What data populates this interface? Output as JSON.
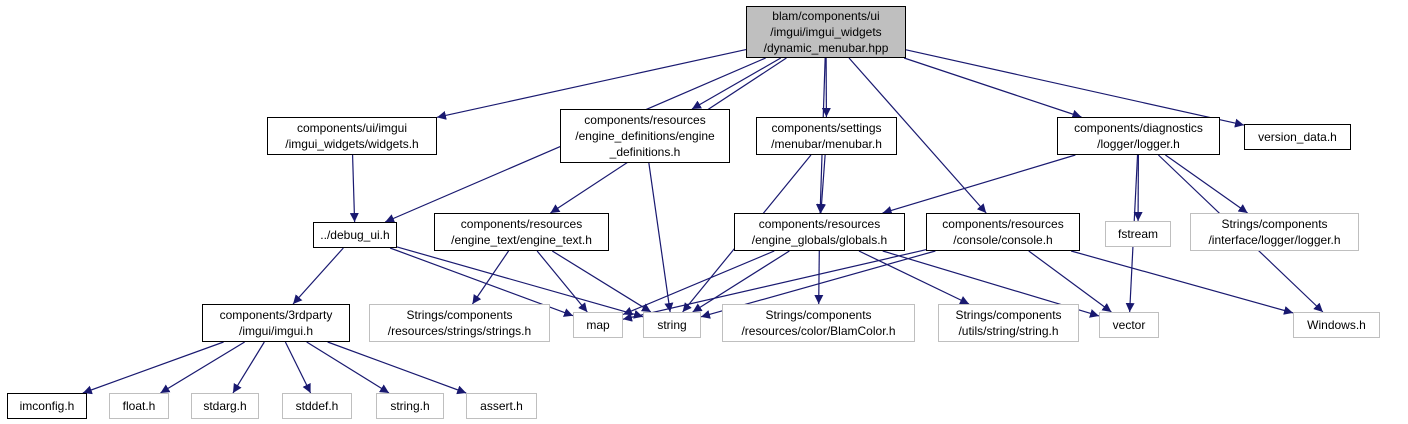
{
  "colors": {
    "edge": "#191970",
    "root_fill": "#bfbfbf",
    "ext_border": "#bfbfbf",
    "node_border": "#000000"
  },
  "nodes": {
    "root": {
      "lines": [
        "blam/components/ui",
        "/imgui/imgui_widgets",
        "/dynamic_menubar.hpp"
      ]
    },
    "widgets": {
      "lines": [
        "components/ui/imgui",
        "/imgui_widgets/widgets.h"
      ]
    },
    "enginedef": {
      "lines": [
        "components/resources",
        "/engine_definitions/engine",
        "_definitions.h"
      ]
    },
    "menubar": {
      "lines": [
        "components/settings",
        "/menubar/menubar.h"
      ]
    },
    "logger": {
      "lines": [
        "components/diagnostics",
        "/logger/logger.h"
      ]
    },
    "version": {
      "lines": [
        "version_data.h"
      ]
    },
    "debugui": {
      "lines": [
        "../debug_ui.h"
      ]
    },
    "enginetext": {
      "lines": [
        "components/resources",
        "/engine_text/engine_text.h"
      ]
    },
    "globals": {
      "lines": [
        "components/resources",
        "/engine_globals/globals.h"
      ]
    },
    "console": {
      "lines": [
        "components/resources",
        "/console/console.h"
      ]
    },
    "fstream": {
      "lines": [
        "fstream"
      ]
    },
    "slogger": {
      "lines": [
        "Strings/components",
        "/interface/logger/logger.h"
      ]
    },
    "imgui": {
      "lines": [
        "components/3rdparty",
        "/imgui/imgui.h"
      ]
    },
    "sstrings": {
      "lines": [
        "Strings/components",
        "/resources/strings/strings.h"
      ]
    },
    "map": {
      "lines": [
        "map"
      ]
    },
    "string": {
      "lines": [
        "string"
      ]
    },
    "blamcolor": {
      "lines": [
        "Strings/components",
        "/resources/color/BlamColor.h"
      ]
    },
    "sutilstr": {
      "lines": [
        "Strings/components",
        "/utils/string/string.h"
      ]
    },
    "vector": {
      "lines": [
        "vector"
      ]
    },
    "windows": {
      "lines": [
        "Windows.h"
      ]
    },
    "imconfig": {
      "lines": [
        "imconfig.h"
      ]
    },
    "float": {
      "lines": [
        "float.h"
      ]
    },
    "stdarg": {
      "lines": [
        "stdarg.h"
      ]
    },
    "stddef": {
      "lines": [
        "stddef.h"
      ]
    },
    "stringh": {
      "lines": [
        "string.h"
      ]
    },
    "assert": {
      "lines": [
        "assert.h"
      ]
    }
  },
  "edges": [
    [
      "root",
      "widgets"
    ],
    [
      "root",
      "debugui"
    ],
    [
      "root",
      "enginetext"
    ],
    [
      "root",
      "enginedef"
    ],
    [
      "root",
      "menubar"
    ],
    [
      "root",
      "globals"
    ],
    [
      "root",
      "console"
    ],
    [
      "root",
      "logger"
    ],
    [
      "root",
      "version"
    ],
    [
      "widgets",
      "debugui"
    ],
    [
      "debugui",
      "imgui"
    ],
    [
      "debugui",
      "map"
    ],
    [
      "debugui",
      "string"
    ],
    [
      "enginedef",
      "string"
    ],
    [
      "menubar",
      "globals"
    ],
    [
      "menubar",
      "string"
    ],
    [
      "logger",
      "globals"
    ],
    [
      "logger",
      "fstream"
    ],
    [
      "logger",
      "slogger"
    ],
    [
      "logger",
      "vector"
    ],
    [
      "logger",
      "windows"
    ],
    [
      "enginetext",
      "sstrings"
    ],
    [
      "enginetext",
      "map"
    ],
    [
      "enginetext",
      "string"
    ],
    [
      "globals",
      "map"
    ],
    [
      "globals",
      "string"
    ],
    [
      "globals",
      "blamcolor"
    ],
    [
      "globals",
      "sutilstr"
    ],
    [
      "globals",
      "vector"
    ],
    [
      "console",
      "map"
    ],
    [
      "console",
      "string"
    ],
    [
      "console",
      "vector"
    ],
    [
      "console",
      "windows"
    ],
    [
      "imgui",
      "imconfig"
    ],
    [
      "imgui",
      "float"
    ],
    [
      "imgui",
      "stdarg"
    ],
    [
      "imgui",
      "stddef"
    ],
    [
      "imgui",
      "stringh"
    ],
    [
      "imgui",
      "assert"
    ]
  ]
}
